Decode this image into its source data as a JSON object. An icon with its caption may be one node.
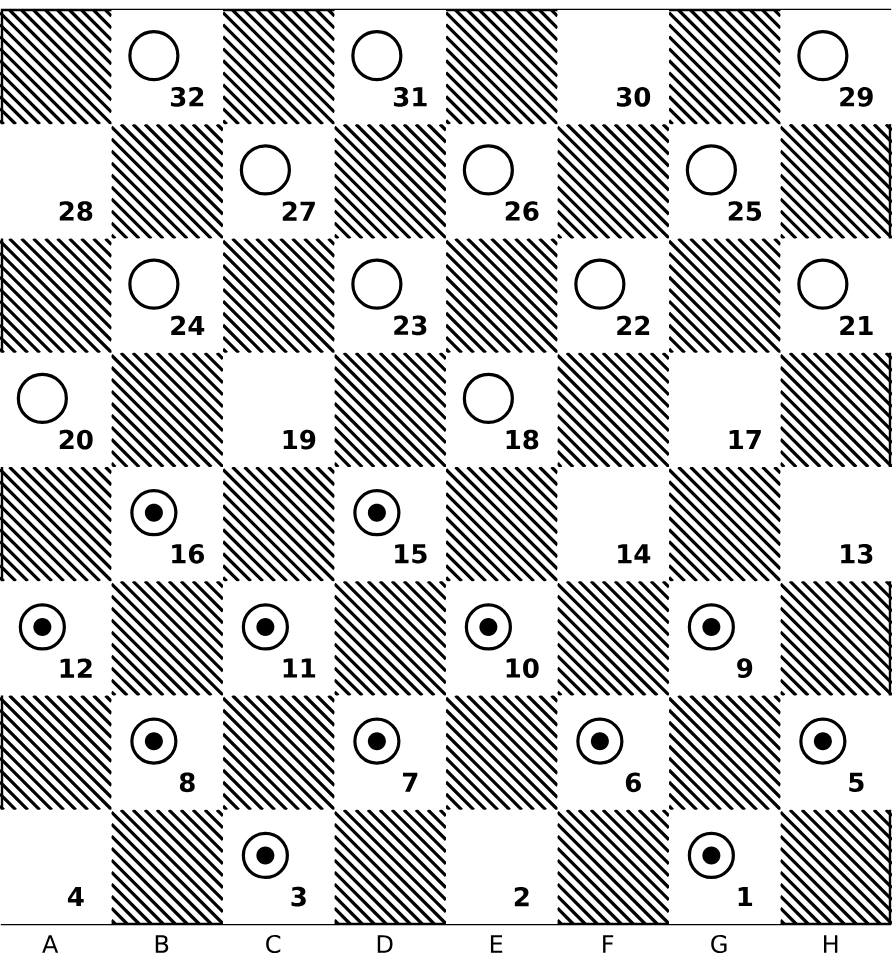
{
  "diagram": {
    "nodes": [
      {
        "text": [
          "32"
        ]
      },
      {
        "text": [],
        "shape": "circle",
        "in": 0
      },
      {
        "text": [
          "31"
        ]
      },
      {
        "text": [],
        "shape": "circle",
        "in": 2
      },
      {
        "text": [
          "30"
        ]
      },
      {
        "text": [
          "29"
        ]
      },
      {
        "text": [],
        "shape": "circle",
        "in": 5
      },
      {
        "text": [
          "28"
        ]
      },
      {
        "text": [
          "27"
        ]
      },
      {
        "text": [],
        "shape": "circle",
        "in": 8
      },
      {
        "text": [
          "26"
        ]
      },
      {
        "text": [],
        "shape": "circle",
        "in": 10
      },
      {
        "text": [
          "25"
        ]
      },
      {
        "text": [],
        "shape": "circle",
        "in": 12
      },
      {
        "text": [
          "24"
        ]
      },
      {
        "text": [],
        "shape": "circle",
        "in": 14
      },
      {
        "text": [
          "23"
        ]
      },
      {
        "text": [],
        "shape": "circle",
        "in": 16
      },
      {
        "text": [
          "22"
        ]
      },
      {
        "text": [],
        "shape": "circle",
        "in": 18
      },
      {
        "text": [
          "21"
        ]
      },
      {
        "text": [],
        "shape": "circle",
        "in": 20
      },
      {
        "text": [
          "20"
        ]
      },
      {
        "text": [],
        "shape": "circle",
        "in": 22
      },
      {
        "text": [
          "19"
        ]
      },
      {
        "text": [
          "18"
        ]
      },
      {
        "text": [],
        "shape": "circle",
        "in": 25
      },
      {
        "text": [
          "17"
        ]
      },
      {
        "text": [
          "16"
        ]
      },
      {
        "text": [],
        "shape": "bullseye",
        "in": 28
      },
      {
        "text": [
          "15"
        ]
      },
      {
        "text": [],
        "shape": "bullseye",
        "in": 30
      },
      {
        "text": [
          "14"
        ]
      },
      {
        "text": [
          "13"
        ]
      },
      {
        "text": [
          "12"
        ]
      },
      {
        "text": [],
        "shape": "bullseye",
        "in": 34
      },
      {
        "text": [
          "11"
        ]
      },
      {
        "text": [],
        "shape": "bullseye",
        "in": 36
      },
      {
        "text": [
          "10"
        ]
      },
      {
        "text": [],
        "shape": "bullseye",
        "in": 38
      },
      {
        "text": [
          "9"
        ]
      },
      {
        "text": [],
        "shape": "bullseye",
        "in": 40
      },
      {
        "text": [
          "8"
        ]
      },
      {
        "text": [],
        "shape": "bullseye",
        "in": 42
      },
      {
        "text": [
          "7"
        ]
      },
      {
        "text": [],
        "shape": "bullseye",
        "in": 44
      },
      {
        "text": [
          "6"
        ]
      },
      {
        "text": [],
        "shape": "bullseye",
        "in": 46
      },
      {
        "text": [
          "5"
        ]
      },
      {
        "text": [],
        "shape": "bullseye",
        "in": 48
      },
      {
        "text": [
          "4"
        ]
      },
      {
        "text": [
          "3"
        ]
      },
      {
        "text": [],
        "shape": "bullseye",
        "in": 51
      },
      {
        "text": [
          "2"
        ]
      },
      {
        "text": [
          "1"
        ]
      },
      {
        "text": [],
        "shape": "bullseye",
        "in": 54
      }
    ],
    "labels": [
      "A",
      "B",
      "C",
      "D",
      "E",
      "F",
      "G",
      "H"
    ]
  }
}
